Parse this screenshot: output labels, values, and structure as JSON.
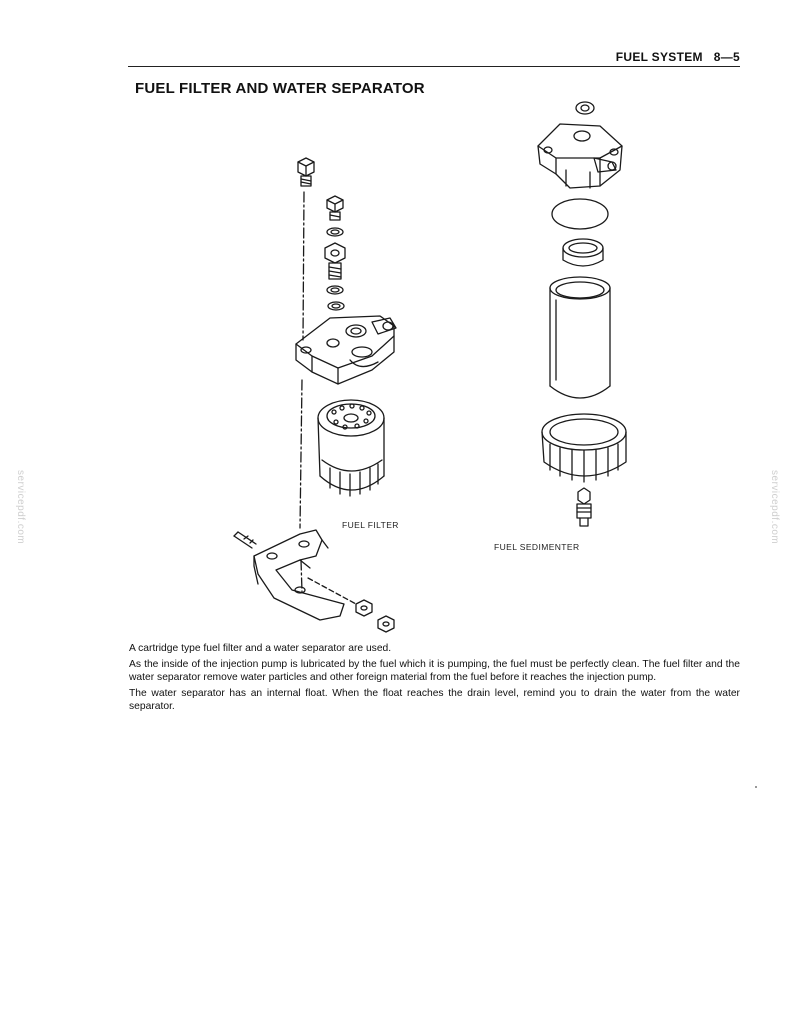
{
  "header": {
    "section": "FUEL SYSTEM",
    "page_number": "8—5"
  },
  "title": "FUEL FILTER AND WATER SEPARATOR",
  "figure": {
    "label_filter": "FUEL FILTER",
    "label_sedimenter": "FUEL SEDIMENTER"
  },
  "watermark": "servicepdf.com",
  "body": {
    "paragraphs": [
      "A cartridge type fuel filter and a water separator are used.",
      "As the inside of the injection pump is lubricated by the fuel which it is pumping, the fuel must be perfectly clean.  The fuel filter and the water separator remove water particles and other foreign material from the fuel before it reaches the injection pump.",
      "The water separator has an internal float.  When the float reaches the drain level, remind you to drain the water from the water separator."
    ]
  }
}
